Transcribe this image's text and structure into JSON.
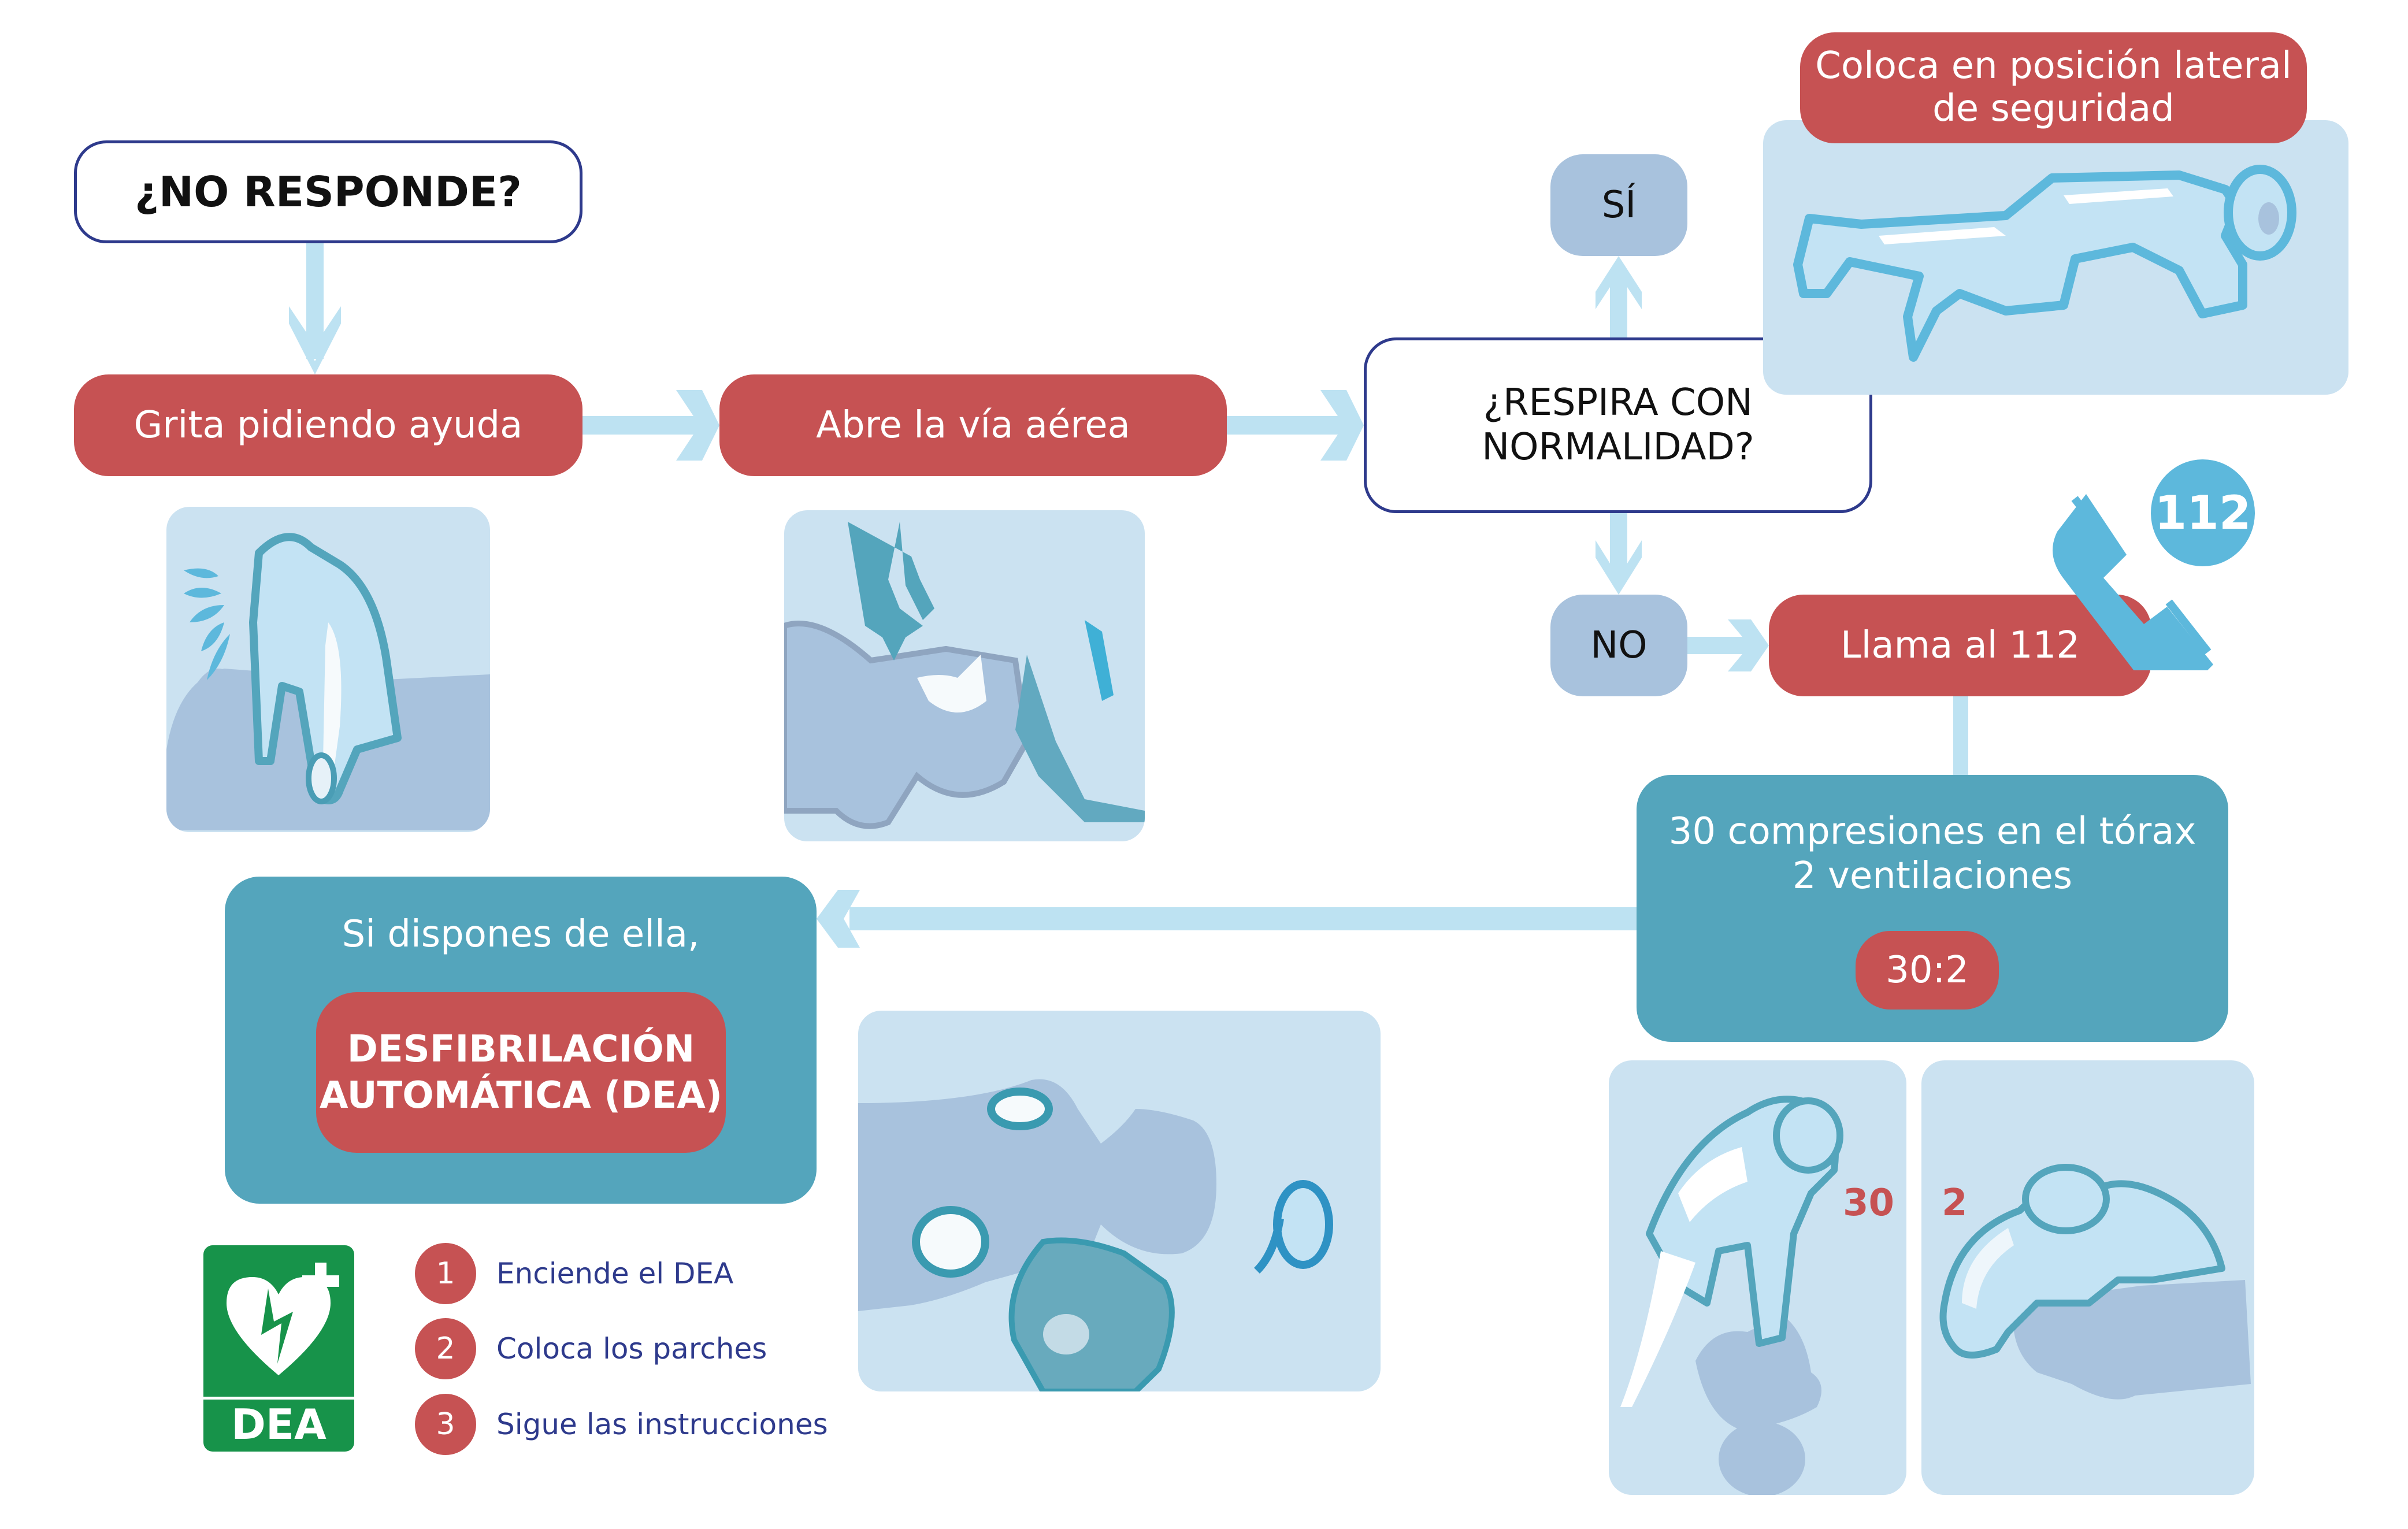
{
  "colors": {
    "red": "#c65253",
    "teal": "#54a5bc",
    "grey_blue": "#a8c2dd",
    "panel": "#cbe2f1",
    "arrow": "#bde2f2",
    "navy": "#2e3a8c",
    "dea_green": "#17934a",
    "phone_blue": "#5db8dc"
  },
  "flow": {
    "no_responde": "¿NO RESPONDE?",
    "grita": "Grita pidiendo ayuda",
    "abre": "Abre la vía aérea",
    "respira_line1": "¿RESPIRA CON",
    "respira_line2": "NORMALIDAD?",
    "si": "SÍ",
    "no": "NO",
    "llama": "Llama al 112",
    "lateral_line1": "Coloca en posición lateral",
    "lateral_line2": "de seguridad",
    "rcp_line1": "30 compresiones en el tórax",
    "rcp_line2": "2 ventilaciones",
    "ratio": "30:2",
    "dea_intro": "Si dispones de ella,",
    "dea_line1": "DESFIBRILACIÓN",
    "dea_line2": "AUTOMÁTICA (DEA)"
  },
  "phone_badge": "112",
  "cpr_labels": {
    "compressions": "30",
    "ventilations": "2"
  },
  "dea_sign": {
    "label": "DEA"
  },
  "dea_steps": [
    {
      "num": "1",
      "text": "Enciende el DEA"
    },
    {
      "num": "2",
      "text": "Coloca los parches"
    },
    {
      "num": "3",
      "text": "Sigue las instrucciones"
    }
  ]
}
